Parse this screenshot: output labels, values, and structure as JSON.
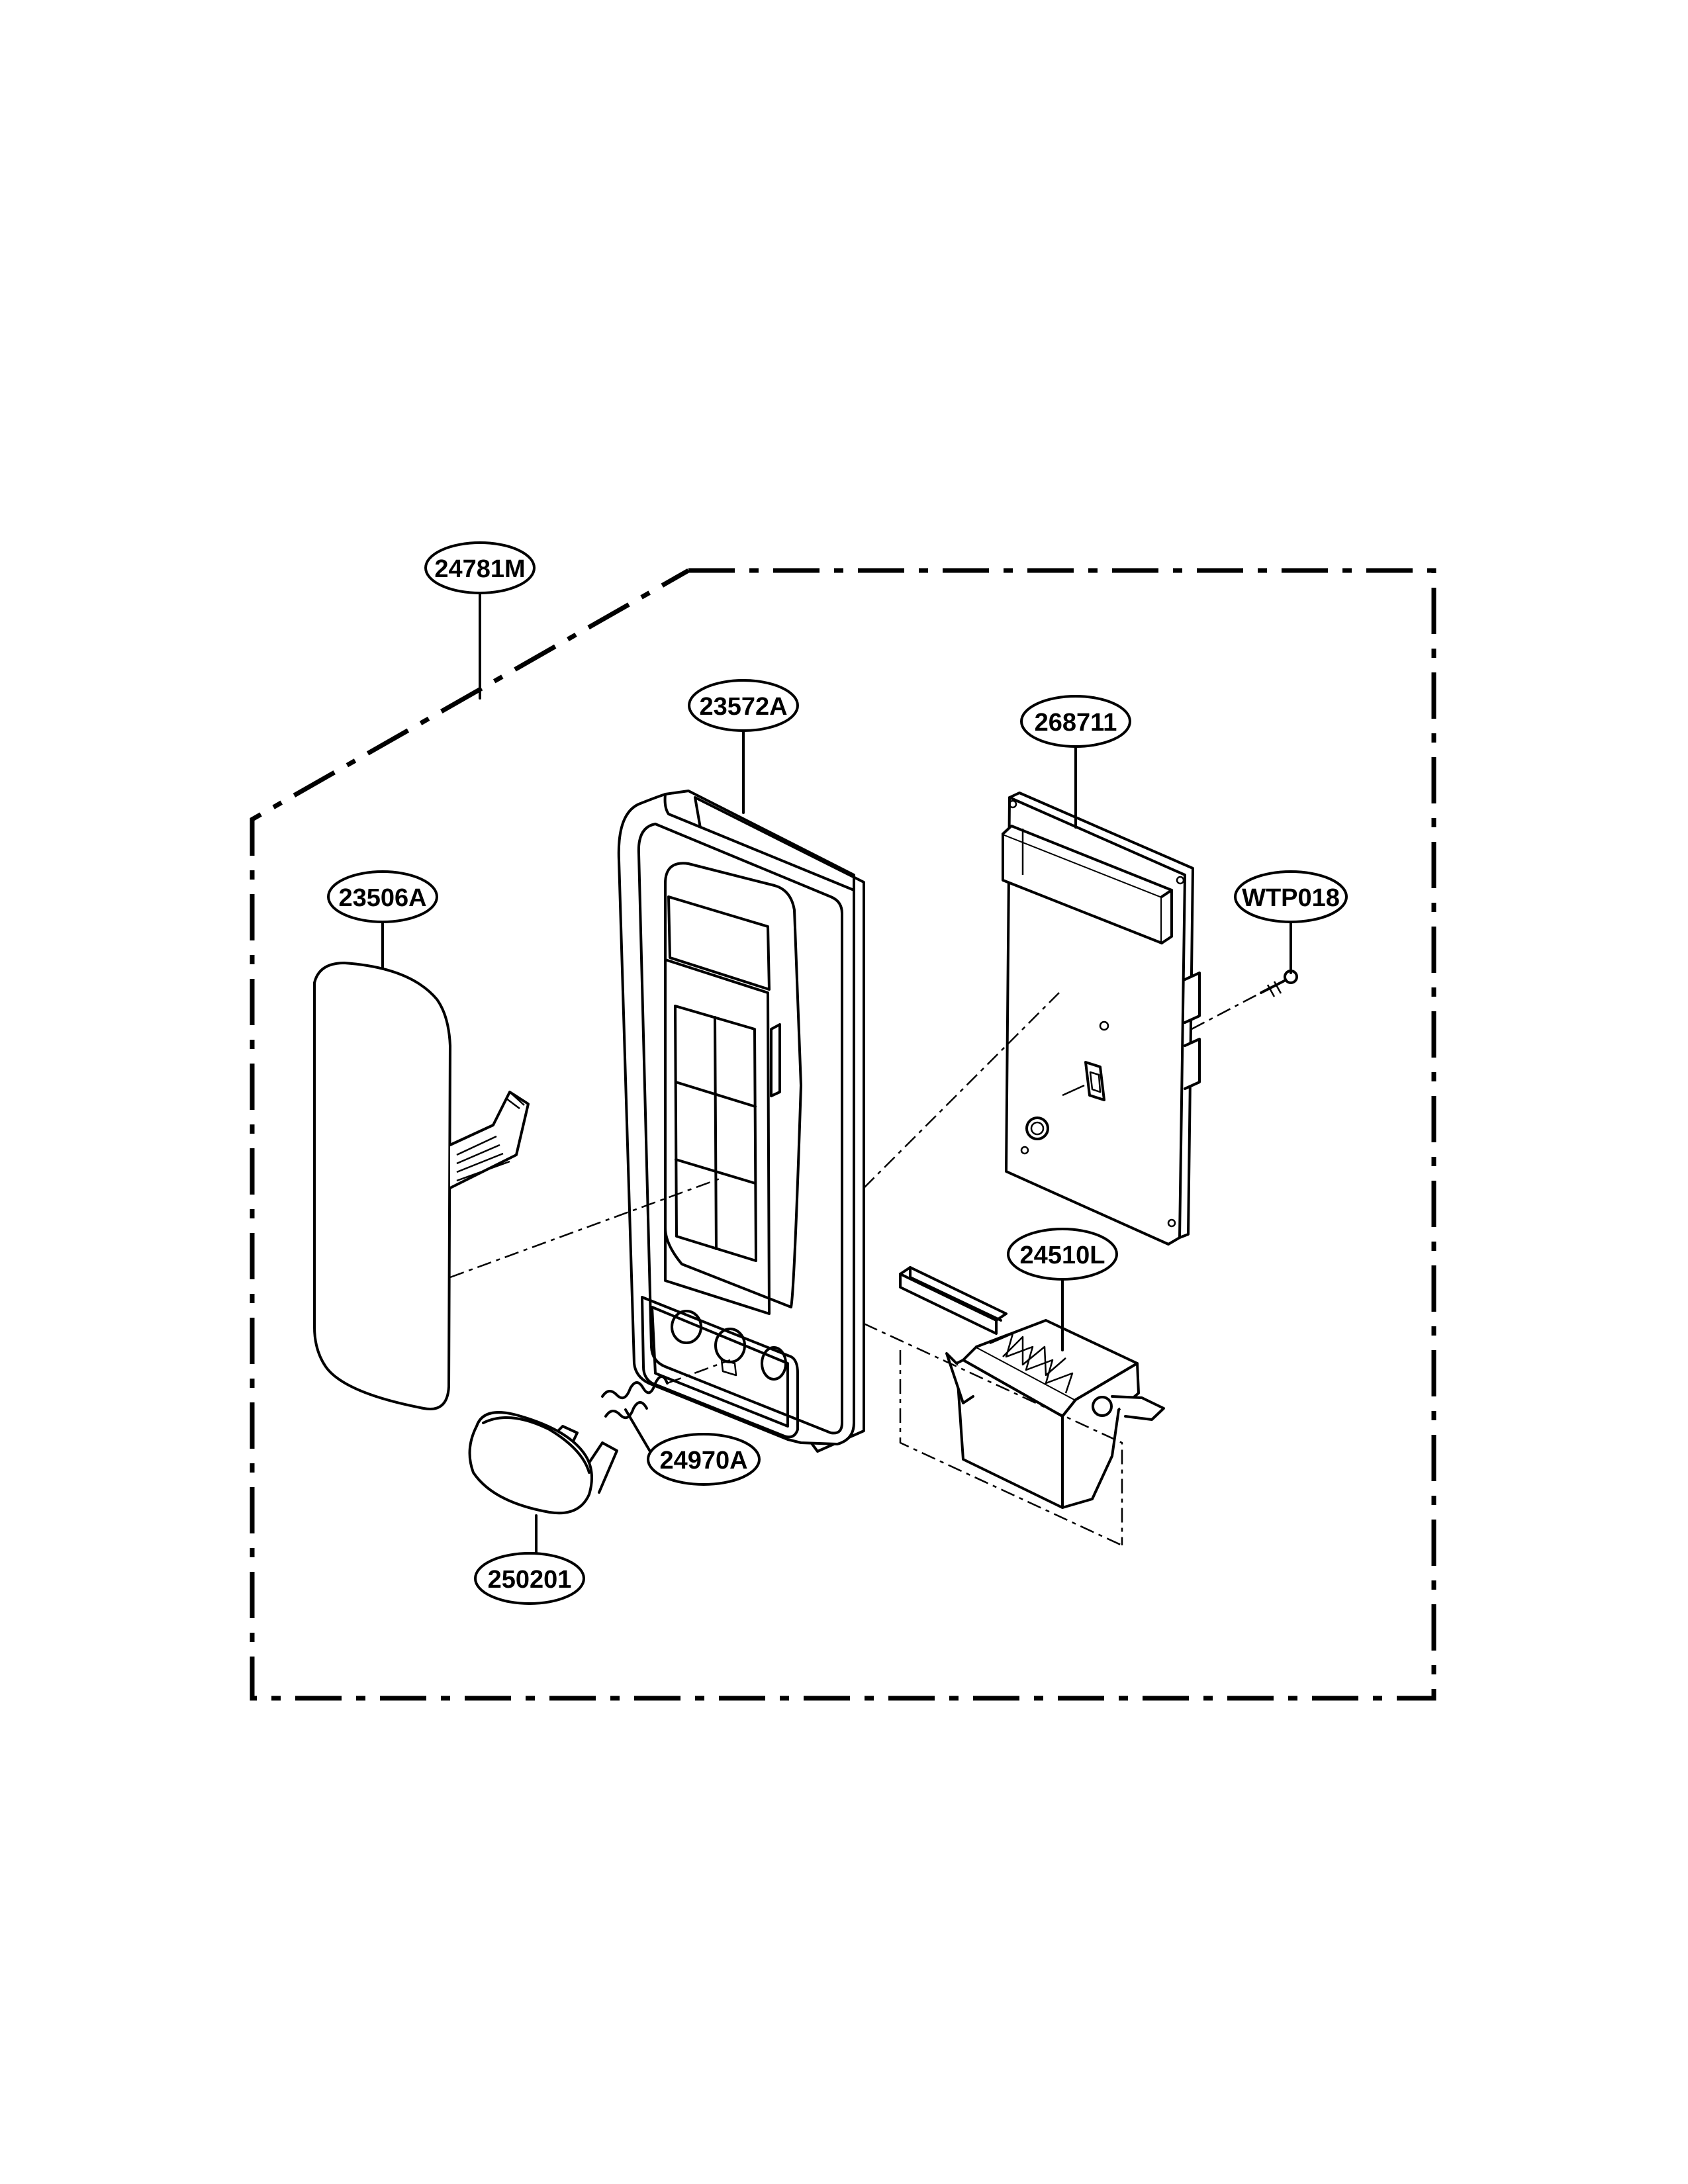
{
  "diagram": {
    "background": "#ffffff",
    "ink": "#000000",
    "labels": {
      "assembly": "24781M",
      "panel": "23572A",
      "pcb": "268711",
      "screw": "WTP018",
      "membrane": "23506A",
      "latch": "24510L",
      "spring": "24970A",
      "button": "250201"
    }
  }
}
